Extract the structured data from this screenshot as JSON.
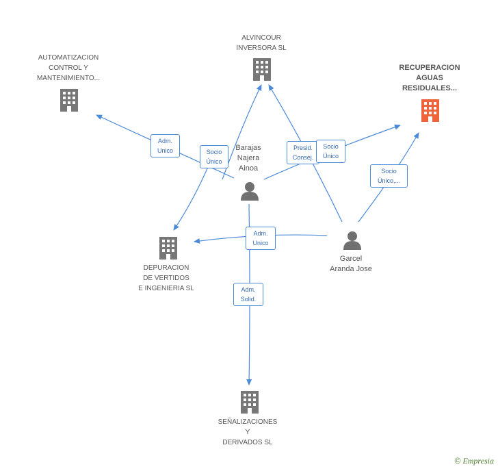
{
  "colors": {
    "edge": "#4a8ad8",
    "building": "#777777",
    "focus_building": "#f0643c",
    "person": "#707070"
  },
  "nodes": {
    "automatizacion": {
      "lines": [
        "AUTOMATIZACION",
        "CONTROL Y",
        "MANTENIMIENTO..."
      ],
      "icon": "building-icon"
    },
    "alvincour": {
      "lines": [
        "ALVINCOUR",
        "INVERSORA SL"
      ],
      "icon": "building-icon"
    },
    "recuperacion": {
      "lines": [
        "RECUPERACION",
        "AGUAS",
        "RESIDUALES..."
      ],
      "icon": "building-icon"
    },
    "barajas": {
      "lines": [
        "Barajas",
        "Najera",
        "Ainoa"
      ],
      "icon": "person-icon"
    },
    "garcel": {
      "lines": [
        "Garcel",
        "Aranda Jose"
      ],
      "icon": "person-icon"
    },
    "depuracion": {
      "lines": [
        "DEPURACION",
        "DE VERTIDOS",
        "E INGENIERIA SL"
      ],
      "icon": "building-icon"
    },
    "senalizaciones": {
      "lines": [
        "SEÑALIZACIONES",
        "Y",
        "DERIVADOS SL"
      ],
      "icon": "building-icon"
    }
  },
  "edge_labels": {
    "adm_unico_1": [
      "Adm.",
      "Unico"
    ],
    "socio_unico_1": [
      "Socio",
      "Único"
    ],
    "presid_consej": [
      "Presid.",
      "Consej."
    ],
    "socio_unico_2": [
      "Socio",
      "Único"
    ],
    "socio_unico_3": [
      "Socio",
      "Único,..."
    ],
    "adm_unico_2": [
      "Adm.",
      "Unico"
    ],
    "adm_solid": [
      "Adm.",
      "Solid."
    ]
  },
  "footer": {
    "copyright": "©",
    "brand": "Empresia"
  }
}
